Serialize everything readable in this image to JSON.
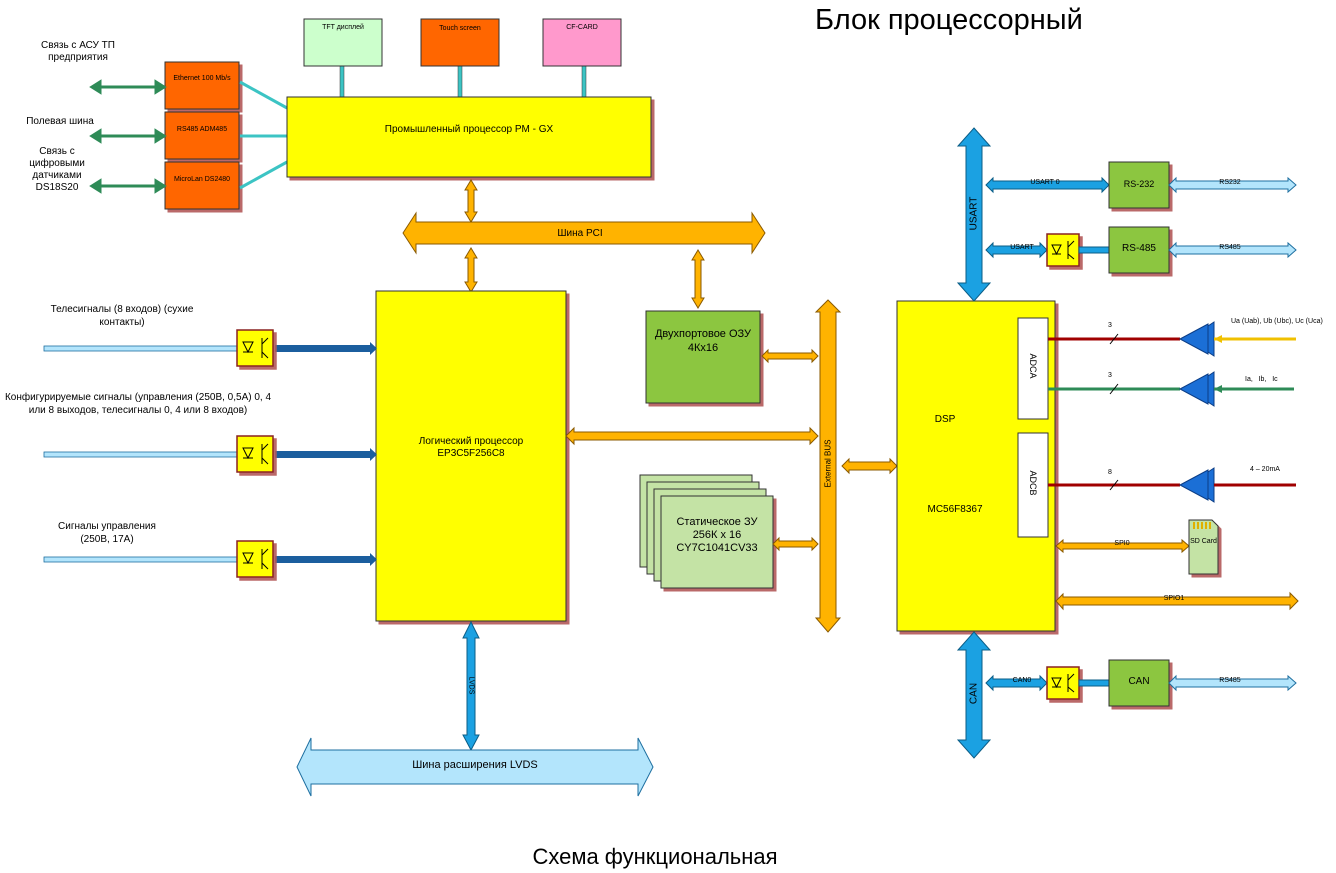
{
  "title": "Блок процессорный",
  "caption": "Схема функциональная",
  "left_labels": {
    "asu": "Связь с АСУ ТП предприятия",
    "fieldbus": "Полевая шина",
    "digital_sensors": "Связь с цифровыми датчиками DS18S20",
    "telesignals": "Телесигналы (8 входов) (сухие контакты)",
    "configurable": "Конфигурируемые сигналы (управления (250В, 0,5А) 0, 4 или 8 выходов, телесигналы 0, 4 или 8 входов)",
    "control": "Сигналы управления (250В, 17А)"
  },
  "blocks": {
    "tft": "TFT дисплей",
    "touch": "Touch screen",
    "cf": "CF-CARD",
    "ethernet": "Ethernet 100 Mb/s",
    "rs485_adm": "RS485 ADM485",
    "microlan": "MicroLan DS2480",
    "pm_gx": "Промышленный процессор PM - GX",
    "logic": "Логический процессор EP3C5F256C8",
    "dpram": "Двухпортовое ОЗУ 4Кх16",
    "sram": "Статическое ЗУ 256К х 16 CY7C1041CV33",
    "dsp_name": "DSP",
    "dsp_chip": "MC56F8367",
    "adca": "ADCA",
    "adcb": "ADCB",
    "rs232": "RS-232",
    "rs485": "RS-485",
    "can": "CAN",
    "sd_card": "SD Card"
  },
  "buses": {
    "pci": "Шина PCI",
    "lvds_ext": "Шина расширения LVDS",
    "lvds": "LVDS",
    "ext_bus": "External BUS",
    "usart": "USART",
    "can_bus": "CAN"
  },
  "signals": {
    "usart0": "USART 0",
    "usart1": "USART",
    "rs232_out": "RS232",
    "rs485_out": "RS485",
    "can0": "CAN0",
    "can_rs485": "RS485",
    "spi0": "SPI0",
    "spi1": "SPIO1",
    "n3a": "3",
    "n3b": "3",
    "n8": "8",
    "u_inputs": "Ua (Uab), Ub (Ubc), Uc (Uca)",
    "i_inputs": "Ia,   Ib,   Ic",
    "ma_input": "4 – 20mA"
  },
  "colors": {
    "orange_block": "#ff6600",
    "yellow_block": "#ffff00",
    "green_block": "#8cc63f",
    "light_green_block": "#c4e3a5",
    "pink_block": "#ff99cc",
    "orange_bus": "#ffb300",
    "blue_bus": "#1ba1e2",
    "light_blue_bus": "#b3e5fc"
  }
}
